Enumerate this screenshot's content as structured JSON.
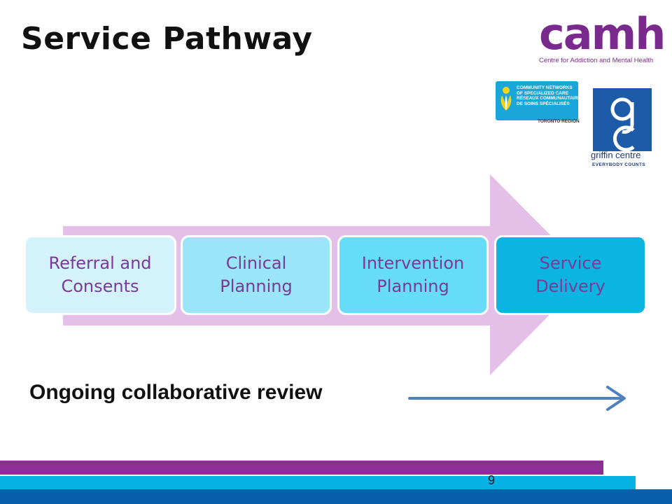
{
  "slide": {
    "title": "Service Pathway",
    "page_number": "9"
  },
  "logos": {
    "camh": {
      "word": "camh",
      "subtitle": "Centre for Addiction and Mental Health",
      "color": "#7a2a8c"
    },
    "cnsc": {
      "lines": [
        "COMMUNITY NETWORKS",
        "OF SPECIALIZED CARE",
        "RÉSEAUX COMMUNAUTAIRES",
        "DE SOINS SPÉCIALISÉS"
      ],
      "region": "TORONTO REGION",
      "color": "#1aa6d8"
    },
    "griffin": {
      "letters": "gc",
      "name": "griffin centre",
      "tagline": "EVERYBODY COUNTS",
      "color": "#1d5aa8"
    }
  },
  "pathway": {
    "arrow_color": "#e4bfe8",
    "steps": [
      {
        "line1": "Referral and",
        "line2": "Consents",
        "color": "#d3f2fb"
      },
      {
        "line1": "Clinical",
        "line2": "Planning",
        "color": "#9ae6f8"
      },
      {
        "line1": "Intervention",
        "line2": "Planning",
        "color": "#66dcf8"
      },
      {
        "line1": "Service",
        "line2": "Delivery",
        "color": "#0cb4e2"
      }
    ]
  },
  "review": {
    "label": "Ongoing collaborative review",
    "arrow_color": "#4f81bd"
  },
  "footer": {
    "bar_colors": [
      "#8e2f96",
      "#06b2e4",
      "#0a5fad"
    ]
  }
}
